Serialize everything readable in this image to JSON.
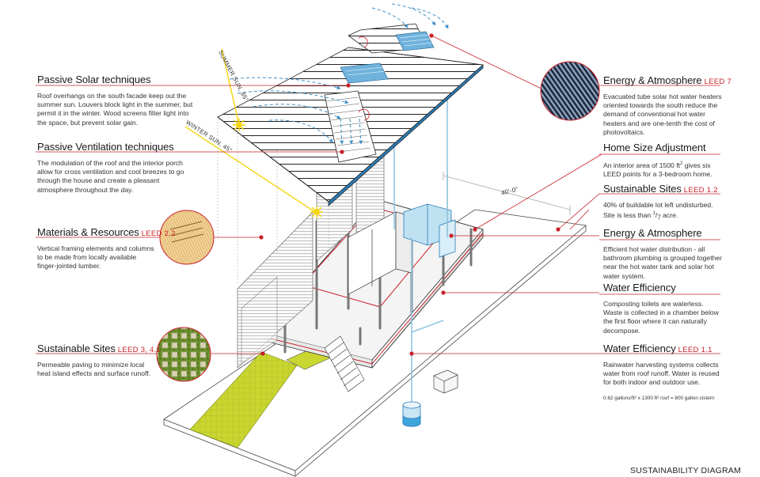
{
  "left_notes": [
    {
      "title": "Passive Solar techniques",
      "leed": "",
      "body": "Roof overhangs on the south facade keep out the summer sun. Louvers block light in the summer, but permit it in the winter. Wood screens filter light into the space, but prevent solar gain."
    },
    {
      "title": "Passive Ventilation techniques",
      "leed": "",
      "body": "The modulation of the roof and the interior porch allow for cross ventilation and cool breezes to go through the house and create a pleasant atmosphere throughout the day."
    },
    {
      "title": "Materials & Resources",
      "leed": "LEED 2.2",
      "body": "Vertical framing elements and columns to be made from locally available finger-jointed lumber."
    },
    {
      "title": "Sustainable Sites",
      "leed": "LEED 3, 4.1",
      "body": "Permeable paving to minimize local heat island effects and surface runoff."
    }
  ],
  "right_notes": [
    {
      "title": "Energy & Atmosphere",
      "leed": "LEED 7",
      "body": "Evacuated tube solar hot water heaters oriented towards the south reduce the demand of conventional hot water heaters and are one-tenth the cost of photovoltaics."
    },
    {
      "title": "Home Size Adjustment",
      "leed": "",
      "body_a": "An interior area of 1500 ft",
      "sup": "2",
      "body_b": " gives six LEED points for a 3-bedroom home."
    },
    {
      "title": "Sustainable Sites",
      "leed": "LEED 1.2",
      "body_a": "40% of buildable lot left undisturbed. Site is less than ",
      "frac_num": "1",
      "frac_den": "7",
      "body_b": " acre."
    },
    {
      "title": "Energy & Atmosphere",
      "leed": "",
      "body": "Efficient hot water distribution - all bathroom plumbing is grouped together near the hot water tank and solar hot water system."
    },
    {
      "title": "Water Efficiency",
      "leed": "",
      "body": "Composting toilets are waterless. Waste is collected  in a chamber below the first floor where it can naturally decompose."
    },
    {
      "title": "Water Efficiency",
      "leed": "LEED 1.1",
      "body": "Rainwater harvesting systems collects water from roof runoff. Water is reused for both indoor and outdoor use.",
      "small": "0.62 gallons/ft² x 1300 ft² roof = 800 gallon cistern"
    }
  ],
  "sun_labels": {
    "summer": "SUMMER SUN, 85°",
    "winter": "WINTER SUN, 45°"
  },
  "dimension_label": "40'-0\"",
  "footer": "SUSTAINABILITY DIAGRAM",
  "colors": {
    "accent_red": "#c8202a",
    "sun_yellow": "#f5d50b",
    "paving": "#c9d630",
    "air_blue": "#3f8fc7",
    "water": "#8fc7e2"
  }
}
